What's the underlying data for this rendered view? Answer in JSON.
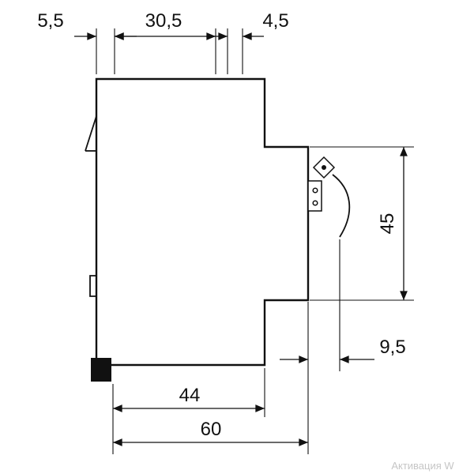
{
  "dimensions": {
    "top_left": "5,5",
    "top_middle": "30,5",
    "top_right": "4,5",
    "right_side": "45",
    "terminal_offset": "9,5",
    "bottom_inner": "44",
    "bottom_overall": "60"
  },
  "watermark": "Активация W",
  "colors": {
    "outline": "#111111",
    "dimension_lines": "#111111",
    "background": "#ffffff",
    "watermark": "#c6c6c6"
  }
}
